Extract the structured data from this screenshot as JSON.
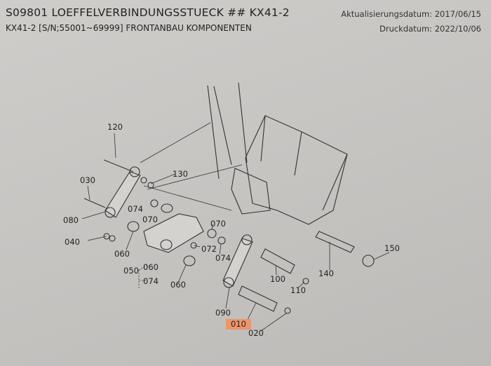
{
  "header": {
    "title": "S09801 LOEFFELVERBINDUNGSSTUECK ## KX41-2",
    "subtitle": "KX41-2 [S/N;55001~69999] FRONTANBAU KOMPONENTEN",
    "updated": "Aktualisierungsdatum: 2017/06/15",
    "printed": "Druckdatum: 2022/10/06"
  },
  "diagram": {
    "highlight_color": "#f0956a",
    "highlighted_part": "010",
    "labels": [
      "120",
      "130",
      "030",
      "080",
      "074",
      "070",
      "040",
      "060",
      "070",
      "072",
      "074",
      "050",
      "060",
      "074",
      "060",
      "100",
      "110",
      "140",
      "150",
      "090",
      "010",
      "020"
    ]
  }
}
